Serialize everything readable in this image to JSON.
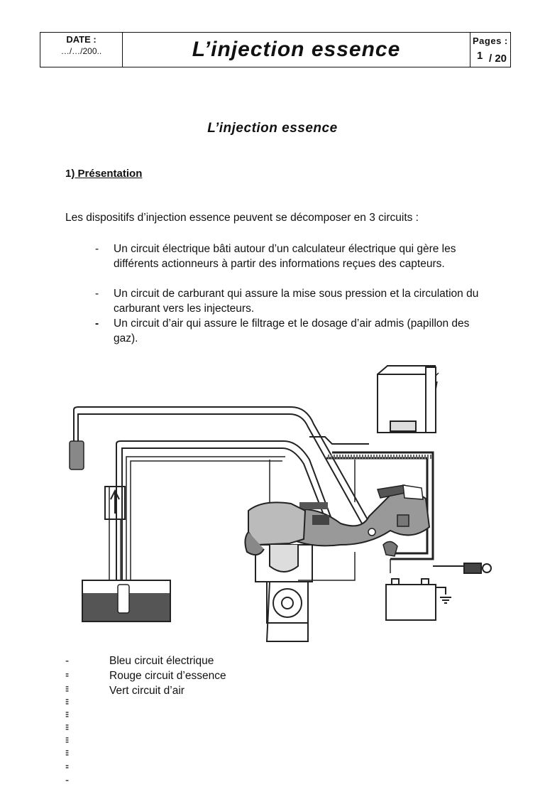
{
  "header": {
    "date_label": "DATE :",
    "date_value": "…/…/200..",
    "title": "L’injection essence",
    "pages_label": "Pages :",
    "page_current": "1",
    "page_total": "/ 20"
  },
  "document": {
    "title": "L’injection essence",
    "section_number": "1)",
    "section_title": " Présentation ",
    "intro": "Les dispositifs d’injection essence peuvent se décomposer en 3 circuits :",
    "bullets": [
      {
        "dash": "-",
        "text": "Un circuit électrique bâti autour d’un calculateur électrique qui gère les différents actionneurs à partir des informations reçues des capteurs."
      },
      {
        "dash": "-",
        "text": "Un circuit de carburant qui assure la mise sous pression et la circulation du carburant vers les injecteurs."
      },
      {
        "dash": "-",
        "text": "Un circuit d’air qui assure le filtrage et le dosage d’air admis (papillon des gaz)."
      }
    ],
    "legend": [
      {
        "dash": "--------",
        "text": "Bleu circuit électrique"
      },
      {
        "dash": "--------",
        "text": "Rouge circuit d’essence"
      },
      {
        "dash": "--------",
        "text": "Vert circuit d’air"
      }
    ]
  }
}
